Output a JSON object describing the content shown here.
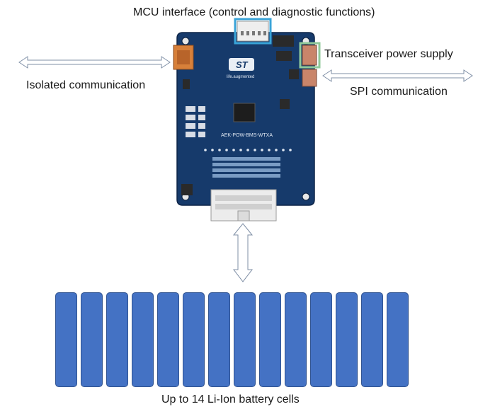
{
  "labels": {
    "mcu_interface": "MCU interface (control and diagnostic functions)",
    "isolated_comm": "Isolated communication",
    "transceiver_power": "Transceiver power supply",
    "spi_comm": "SPI communication",
    "battery_cells": "Up to 14 Li-Ion battery cells"
  },
  "board": {
    "logo": "ST",
    "tagline": "life.augmented",
    "model": "AEK-POW-BMS-WTXA"
  },
  "battery": {
    "cell_count": 14
  },
  "colors": {
    "board": "#163a6b",
    "cell_fill": "#4472c4",
    "cell_border": "#2f528f",
    "mcu_highlight": "#3aa4d8",
    "power_highlight": "#8fc99a",
    "arrow_fill": "#ffffff",
    "arrow_stroke": "#7f8fa6"
  }
}
